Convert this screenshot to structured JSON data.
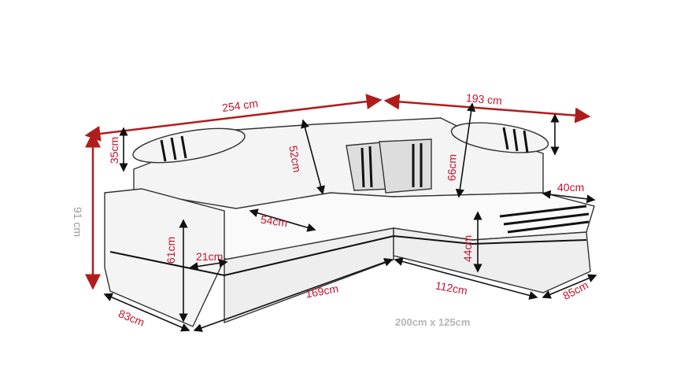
{
  "diagram": {
    "subject": "corner-sofa",
    "colors": {
      "dimension": "#b01c1c",
      "label": "#c8102e",
      "sketch": "#333333",
      "muted": "#9a9a9a"
    },
    "dimensions": {
      "total_width": "254 cm",
      "side_length": "193 cm",
      "headrest_height": "35cm",
      "total_height": "91 cm",
      "backrest_left": "52cm",
      "backrest_right": "66cm",
      "chaise_armrest": "40cm",
      "seat_depth": "54cm",
      "arm_height": "61cm",
      "arm_width": "21cm",
      "seat_height": "44cm",
      "front_length": "169cm",
      "chaise_length": "112cm",
      "left_depth": "83cm",
      "chaise_depth": "85cm"
    },
    "sleeping_area": "200cm x 125cm"
  }
}
